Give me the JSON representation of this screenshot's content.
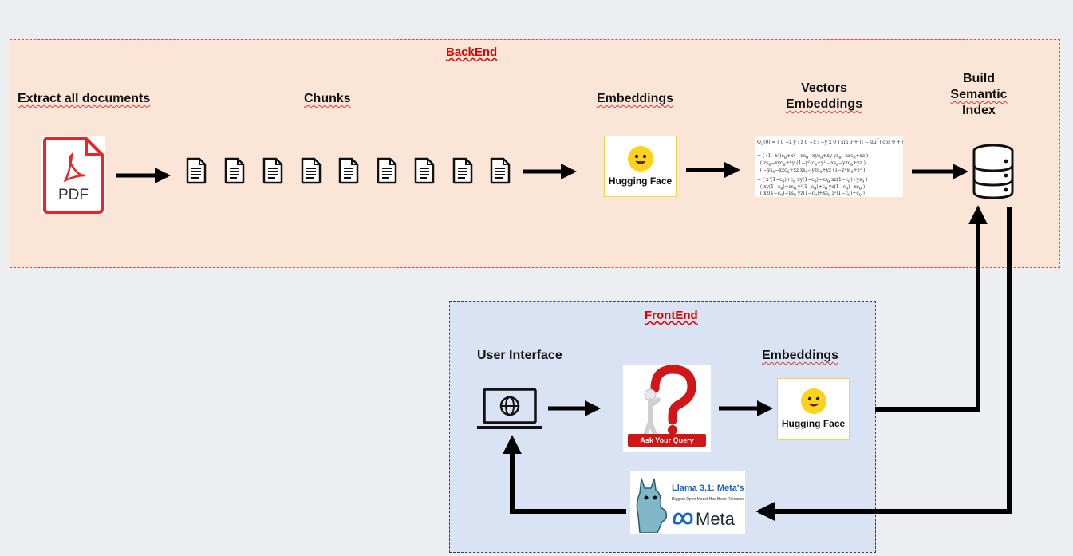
{
  "backend": {
    "title": "BackEnd",
    "labels": {
      "extract": "Extract  all documents",
      "chunks": "Chunks",
      "embeddings": "Embeddings",
      "vectors_line1": "Vectors",
      "vectors_line2": "Embeddings",
      "build_line1": "Build",
      "build_line2": "Semantic",
      "build_line3": "Index"
    },
    "pdf_text": "PDF",
    "chunk_icon": "document-icon",
    "hf_text": "Hugging Face",
    "db_icon": "database-icon"
  },
  "frontend": {
    "title": "FrontEnd",
    "labels": {
      "user_interface": "User Interface",
      "embeddings": "Embeddings"
    },
    "query_button": "Ask Your Query",
    "hf_text": "Hugging Face",
    "llama_title": "Llama 3.1: Meta's",
    "llama_subtitle": "Biggest Open Model Has Been Released",
    "meta_word": "Meta",
    "laptop_icon": "laptop-globe-icon"
  },
  "colors": {
    "backend_bg": "#fbe5d7",
    "frontend_bg": "#dae3f3",
    "title_red": "#e00000",
    "pdf_red": "#e8262a",
    "hf_yellow": "#ffd21e",
    "query_red": "#d01616",
    "meta_blue": "#1a65c9"
  }
}
